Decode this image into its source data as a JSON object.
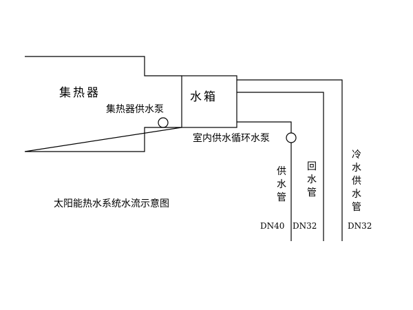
{
  "colors": {
    "line": "#000000",
    "background": "#ffffff"
  },
  "components": {
    "collector": "集热器",
    "collector_pump": "集热器供水泵",
    "tank": "水箱",
    "indoor_pump": "室内供水循环水泵"
  },
  "pipes": {
    "supply": {
      "label": "供水管",
      "size": "DN40"
    },
    "return": {
      "label": "回水管",
      "size": "DN32"
    },
    "cold": {
      "label": "冷水供水管",
      "size": "DN32"
    }
  },
  "caption": "太阳能热水系统水流示意图"
}
